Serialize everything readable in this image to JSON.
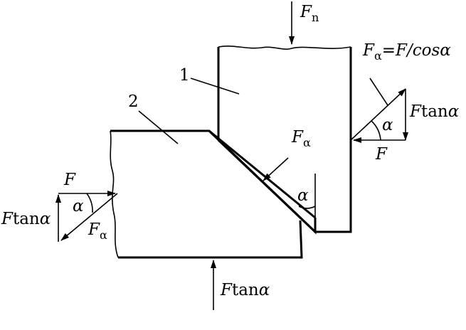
{
  "labels": {
    "part_1": "1",
    "part_2": "2",
    "fn_main": "F",
    "fn_sub": "n",
    "f_alpha_eq_main": "F",
    "f_alpha_eq_sub": "α",
    "f_alpha_eq_rest": "=F/cosα",
    "right_ftan_f": "F",
    "right_ftan_tan": "tan",
    "right_ftan_alpha": "α",
    "right_alpha": "α",
    "right_f": "F",
    "mid_falpha_main": "F",
    "mid_falpha_sub": "α",
    "wedge_alpha": "α",
    "left_f": "F",
    "left_ftan_f": "F",
    "left_ftan_tan": "tan",
    "left_ftan_alpha": "α",
    "left_alpha": "α",
    "left_falpha_main": "F",
    "left_falpha_sub": "α",
    "bottom_ftan_f": "F",
    "bottom_ftan_tan": "tan",
    "bottom_ftan_alpha": "α"
  }
}
